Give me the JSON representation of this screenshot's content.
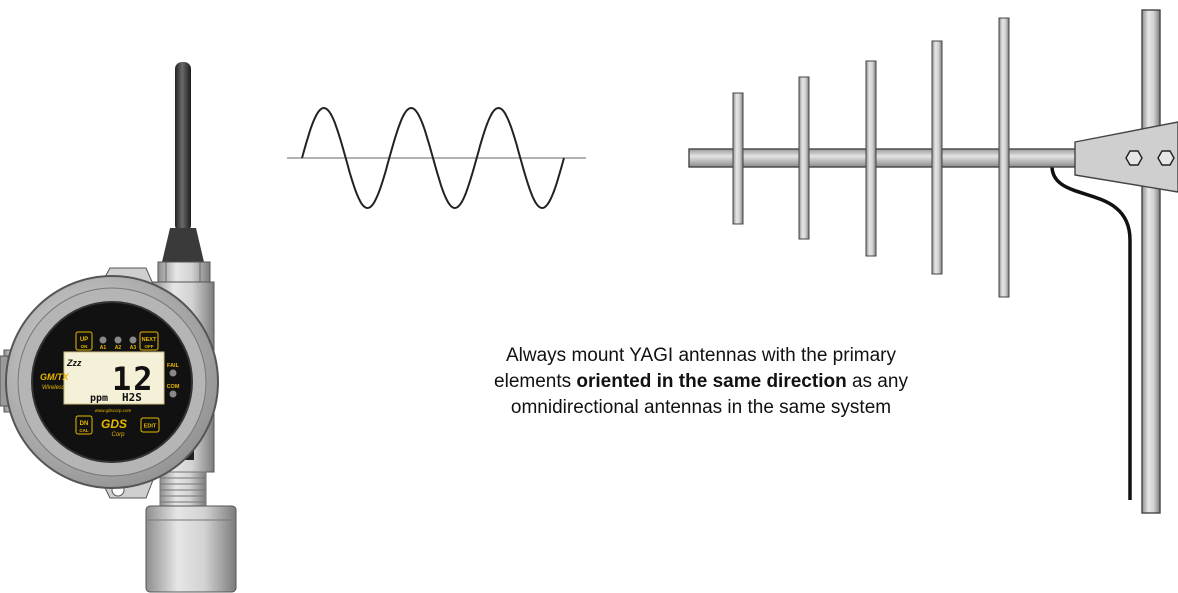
{
  "device": {
    "buttons": {
      "up_top": "UP",
      "up_bottom": "ON",
      "next_top": "NEXT",
      "next_bottom": "OFF",
      "dn_top": "DN",
      "dn_bottom": "CAL",
      "edit": "EDIT"
    },
    "leds": [
      "A1",
      "A2",
      "A3"
    ],
    "side_leds": [
      "FAIL",
      "COM"
    ],
    "model": "GM/TX",
    "model_sub": "Wireless",
    "sleep": "Zzz",
    "reading": "12",
    "unit": "ppm",
    "gas": "H2S",
    "url": "www.gdscorp.com",
    "brand": "GDS",
    "brand_sub": "Corp"
  },
  "caption": {
    "part1": "Always mount YAGI antennas with the primary elements ",
    "bold1": "oriented in the same direction",
    "part2": " as any omnidirectional antennas in the same system"
  },
  "colors": {
    "accent_yellow": "#e8b800",
    "housing_silver": "#c9c9c9",
    "antenna_dark": "#333333",
    "display_bg": "#f5f0d8"
  }
}
